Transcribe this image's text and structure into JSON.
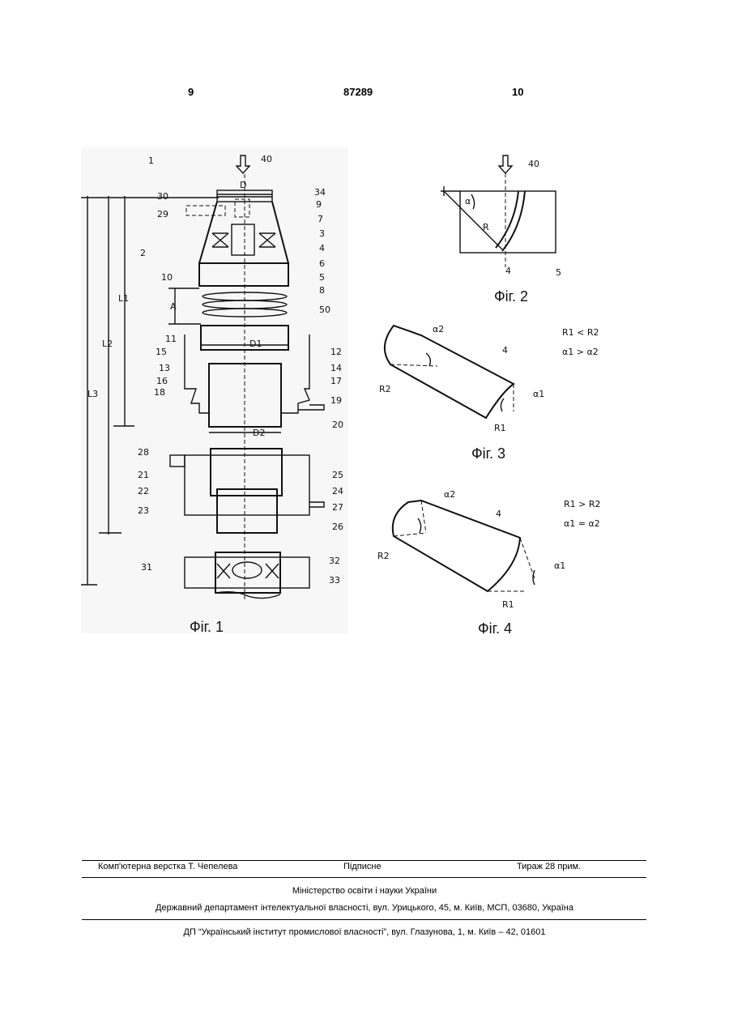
{
  "header": {
    "page_left": "9",
    "patent_number": "87289",
    "page_right": "10"
  },
  "figures": {
    "fig1": {
      "caption": "Фiг. 1",
      "labels": [
        "1",
        "40",
        "D",
        "34",
        "30",
        "9",
        "29",
        "7",
        "3",
        "2",
        "4",
        "6",
        "5",
        "10",
        "8",
        "L1",
        "A",
        "50",
        "11",
        "D1",
        "12",
        "L2",
        "15",
        "14",
        "13",
        "17",
        "16",
        "18",
        "19",
        "L3",
        "20",
        "D2",
        "28",
        "21",
        "25",
        "22",
        "24",
        "23",
        "27",
        "26",
        "31",
        "32",
        "33"
      ]
    },
    "fig2": {
      "caption": "Фiг. 2",
      "labels": [
        "40",
        "α",
        "R",
        "4",
        "5"
      ]
    },
    "fig3": {
      "caption": "Фiг. 3",
      "labels": [
        "α2",
        "4",
        "R2",
        "α1",
        "R1"
      ],
      "relations": [
        "R1 < R2",
        "α1 > α2"
      ]
    },
    "fig4": {
      "caption": "Фiг. 4",
      "labels": [
        "α2",
        "4",
        "R2",
        "α1",
        "R1"
      ],
      "relations": [
        "R1 > R2",
        "α1 = α2"
      ]
    }
  },
  "footer": {
    "typesetting": "Комп'ютерна верстка Т. Чепелева",
    "signed": "Підписне",
    "circulation": "Тираж 28 прим.",
    "ministry": "Міністерство освіти і науки України",
    "department": "Державний департамент інтелектуальної власності, вул. Урицького, 45, м. Київ, МСП, 03680, Україна",
    "institute": "ДП “Український інститут промислової власності”, вул. Глазунова, 1, м. Київ – 42, 01601"
  }
}
